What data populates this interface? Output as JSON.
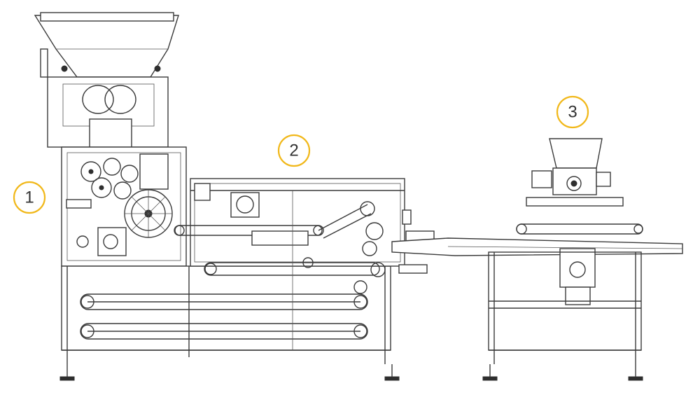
{
  "callouts": [
    {
      "label": "1"
    },
    {
      "label": "2"
    },
    {
      "label": "3"
    }
  ],
  "colors": {
    "callout_ring": "#f1b81a",
    "line": "#3a3a3a",
    "background": "#ffffff"
  },
  "icons": [
    "machine-line-drawing"
  ]
}
